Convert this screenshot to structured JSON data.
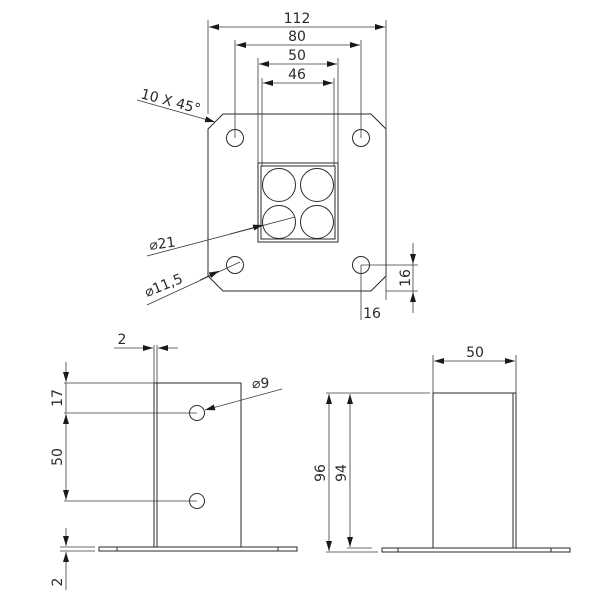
{
  "drawing": {
    "colors": {
      "line": "#2a2a2a",
      "background": "#ffffff"
    },
    "top_view": {
      "dims": {
        "overall_width": "112",
        "hole_spacing": "80",
        "tube_outer": "50",
        "tube_inner": "46",
        "chamfer": "10 X 45°",
        "small_hole_dia": "⌀21",
        "mount_hole_dia": "⌀11,5",
        "edge_offset_x": "16",
        "edge_offset_y": "16"
      }
    },
    "front_view": {
      "dims": {
        "wall_thickness": "2",
        "top_to_hole": "17",
        "hole_spacing": "50",
        "base_thickness": "2",
        "side_hole_dia": "⌀9"
      }
    },
    "side_view": {
      "dims": {
        "tube_width": "50",
        "overall_height": "96",
        "tube_height": "94"
      }
    }
  }
}
